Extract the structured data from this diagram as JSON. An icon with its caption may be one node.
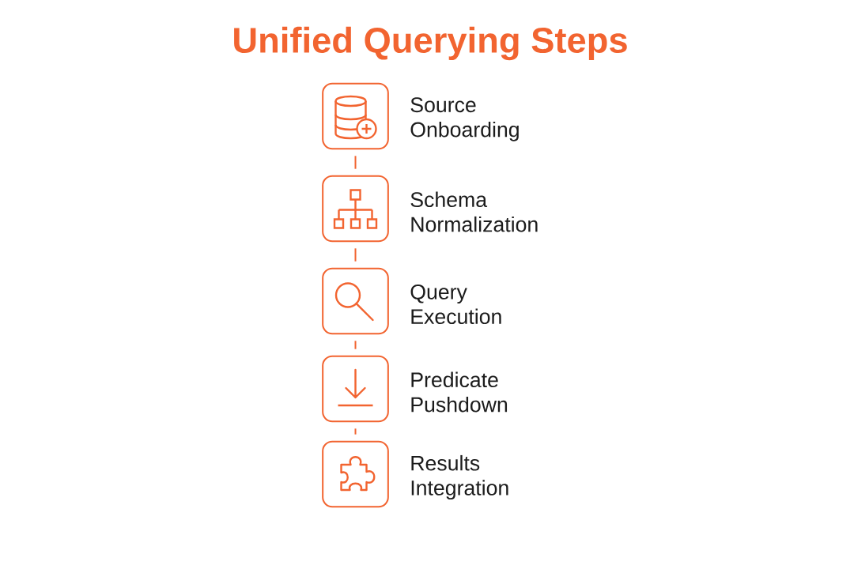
{
  "diagram": {
    "title": "Unified Querying Steps",
    "nodes": [
      {
        "text": [
          "Source Onboarding"
        ]
      },
      {
        "text": [
          "Schema Normalization"
        ]
      },
      {
        "text": [
          "Query Execution"
        ]
      },
      {
        "text": [
          "Predicate Pushdown"
        ]
      },
      {
        "text": [
          "Results Integration"
        ]
      }
    ],
    "edges": [
      {
        "from": 0,
        "to": 1,
        "arrow": "none"
      },
      {
        "from": 1,
        "to": 2,
        "arrow": "none"
      },
      {
        "from": 2,
        "to": 3,
        "arrow": "none"
      },
      {
        "from": 3,
        "to": 4,
        "arrow": "none"
      }
    ]
  }
}
